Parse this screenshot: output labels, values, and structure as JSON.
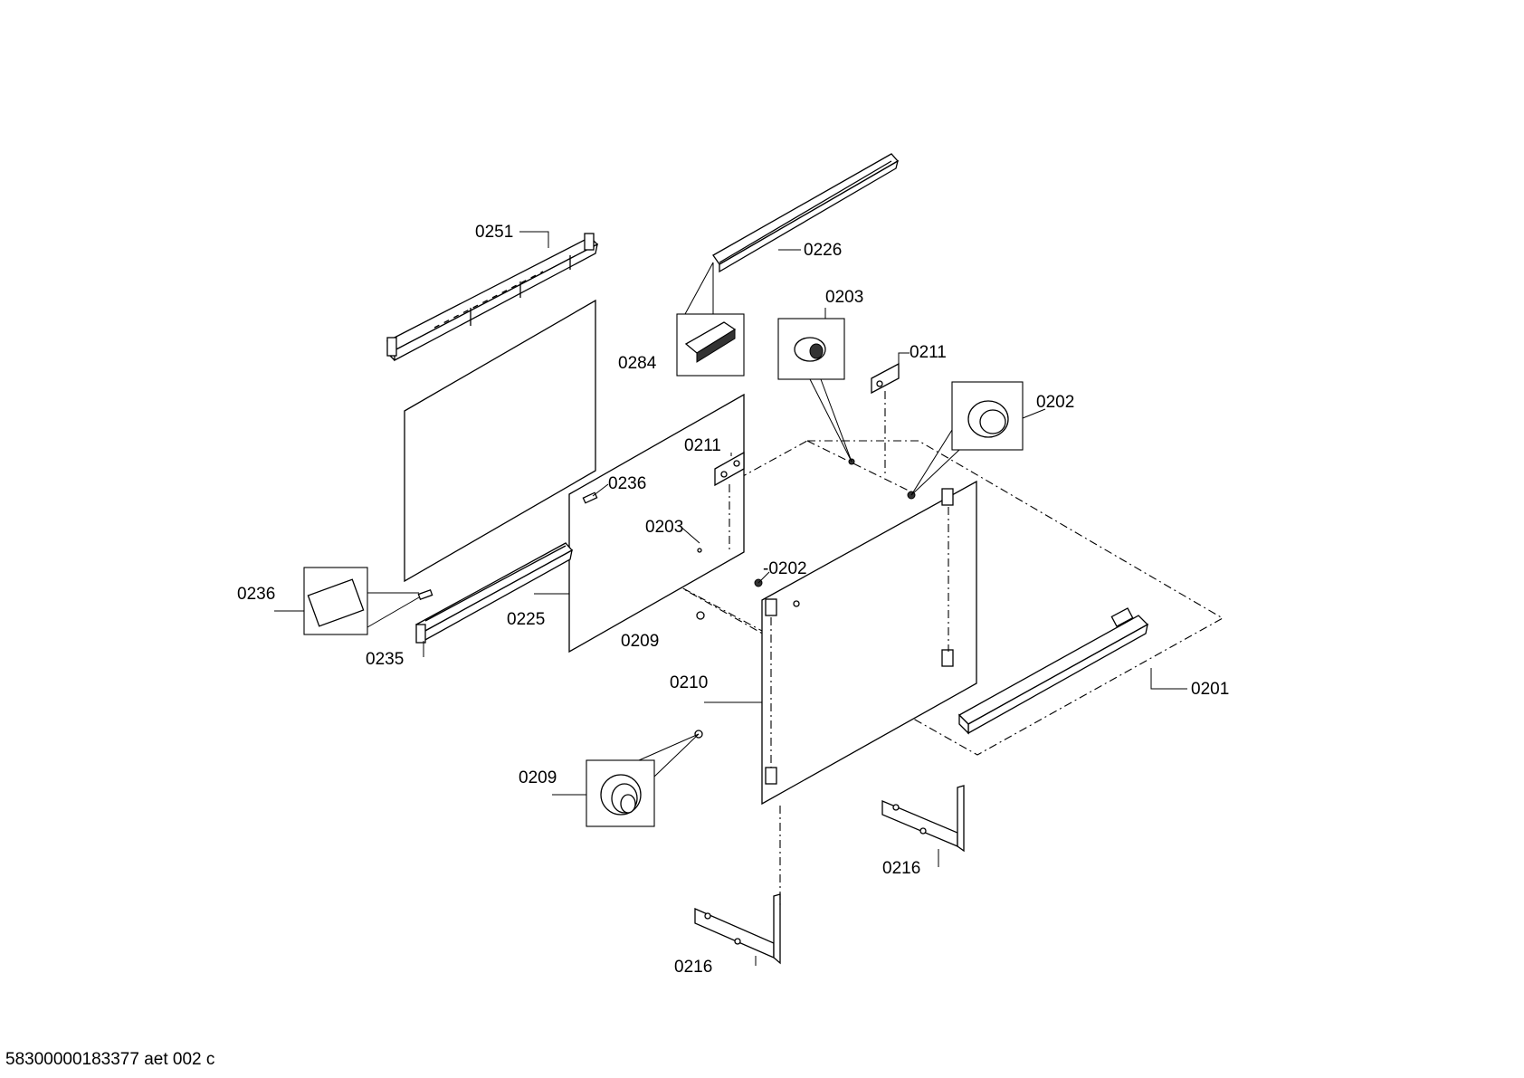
{
  "diagram": {
    "labels": {
      "p0251": "0251",
      "p0226": "0226",
      "p0284": "0284",
      "p0203_top": "0203",
      "p0211_top": "0211",
      "p0202_top": "0202",
      "p0211_mid": "0211",
      "p0236_mid": "0236",
      "p0203_mid": "0203",
      "p0202_mid": "-0202",
      "p0236_left": "0236",
      "p0225": "0225",
      "p0209_mid": "0209",
      "p0235": "0235",
      "p0210": "0210",
      "p0201": "0201",
      "p0209_low": "0209",
      "p0216_right": "0216",
      "p0216_bottom": "0216"
    },
    "footer": "58300000183377 aet 002 c"
  }
}
